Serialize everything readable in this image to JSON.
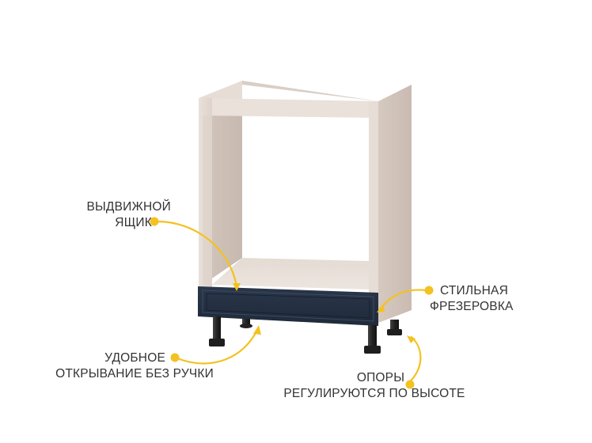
{
  "colors": {
    "background": "#ffffff",
    "body_panel": "#e7ddd6",
    "body_panel_shade": "#cfc2b9",
    "inner_side": "#d7cbc2",
    "drawer_front": "#263244",
    "leg": "#2f2f2f",
    "accent": "#f3c221",
    "text": "#333333"
  },
  "callouts": {
    "drawer": {
      "lines": [
        "ВЫДВИЖНОЙ",
        "ЯЩИК"
      ],
      "icon": "yellow-dot-arrow-icon"
    },
    "milling": {
      "lines": [
        "СТИЛЬНАЯ",
        "ФРЕЗЕРОВКА"
      ],
      "icon": "yellow-dot-arrow-icon"
    },
    "handleless": {
      "lines": [
        "УДОБНОЕ",
        "ОТКРЫВАНИЕ БЕЗ РУЧКИ"
      ],
      "icon": "yellow-dot-arrow-icon"
    },
    "legs": {
      "lines": [
        "ОПОРЫ",
        "РЕГУЛИРУЮТСЯ ПО ВЫСОТЕ"
      ],
      "icon": "yellow-dot-arrow-icon"
    }
  }
}
